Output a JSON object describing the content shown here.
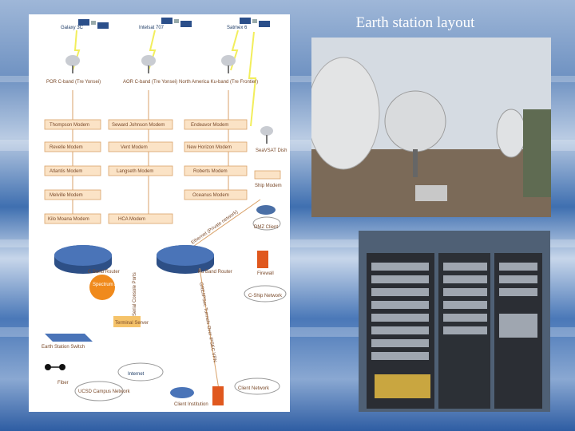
{
  "slide": {
    "title": "Earth station layout"
  },
  "diagram": {
    "satellites": [
      "Galaxy 3C",
      "Intelsat 707",
      "Satmex 6"
    ],
    "antennas": [
      "POR C-band\n(Tre Yonsei)",
      "AOR C-band\n(Tre Yonsei)",
      "North America Ku-band\n(Tre Frontier)"
    ],
    "columns": [
      [
        "Thompson Modem",
        "Revelle Modem",
        "Atlantis Modem",
        "Melville Modem",
        "Kilo Moana Modem"
      ],
      [
        "Seward Johnson Modem",
        "Vent Modem",
        "Langseth Modem",
        "HCA Modem"
      ],
      [
        "Endeavor Modem",
        "New Horizon Modem",
        "Roberts Modem",
        "Oceanus Modem"
      ]
    ],
    "right_items": {
      "dish": "SeaVSAT Dish",
      "ship_modem": "Ship Modem",
      "dmz": "DMZ Client",
      "firewall": "Firewall",
      "ship_network": "C-Ship Network"
    },
    "routers": {
      "c_band": "C Band Router",
      "ku_band": "Ku Band Router"
    },
    "links": {
      "ethernet": "Ethernet (Private network)",
      "serial": "Serial Console Ports",
      "gre": "GRE/IPSec Tunnels Over IPSEC VPN"
    },
    "equipment": {
      "spectrum": "Spectrum Analyzer",
      "terminal": "Terminal Server",
      "switch": "Earth Station Switch"
    },
    "network": {
      "fiber": "Fiber",
      "internet": "Internet",
      "campus": "UCSD Campus Network",
      "client_inst": "Client Institution",
      "client_net": "Client Network"
    }
  },
  "photos": {
    "top": "earth-station-dishes",
    "bottom": "equipment-racks"
  }
}
